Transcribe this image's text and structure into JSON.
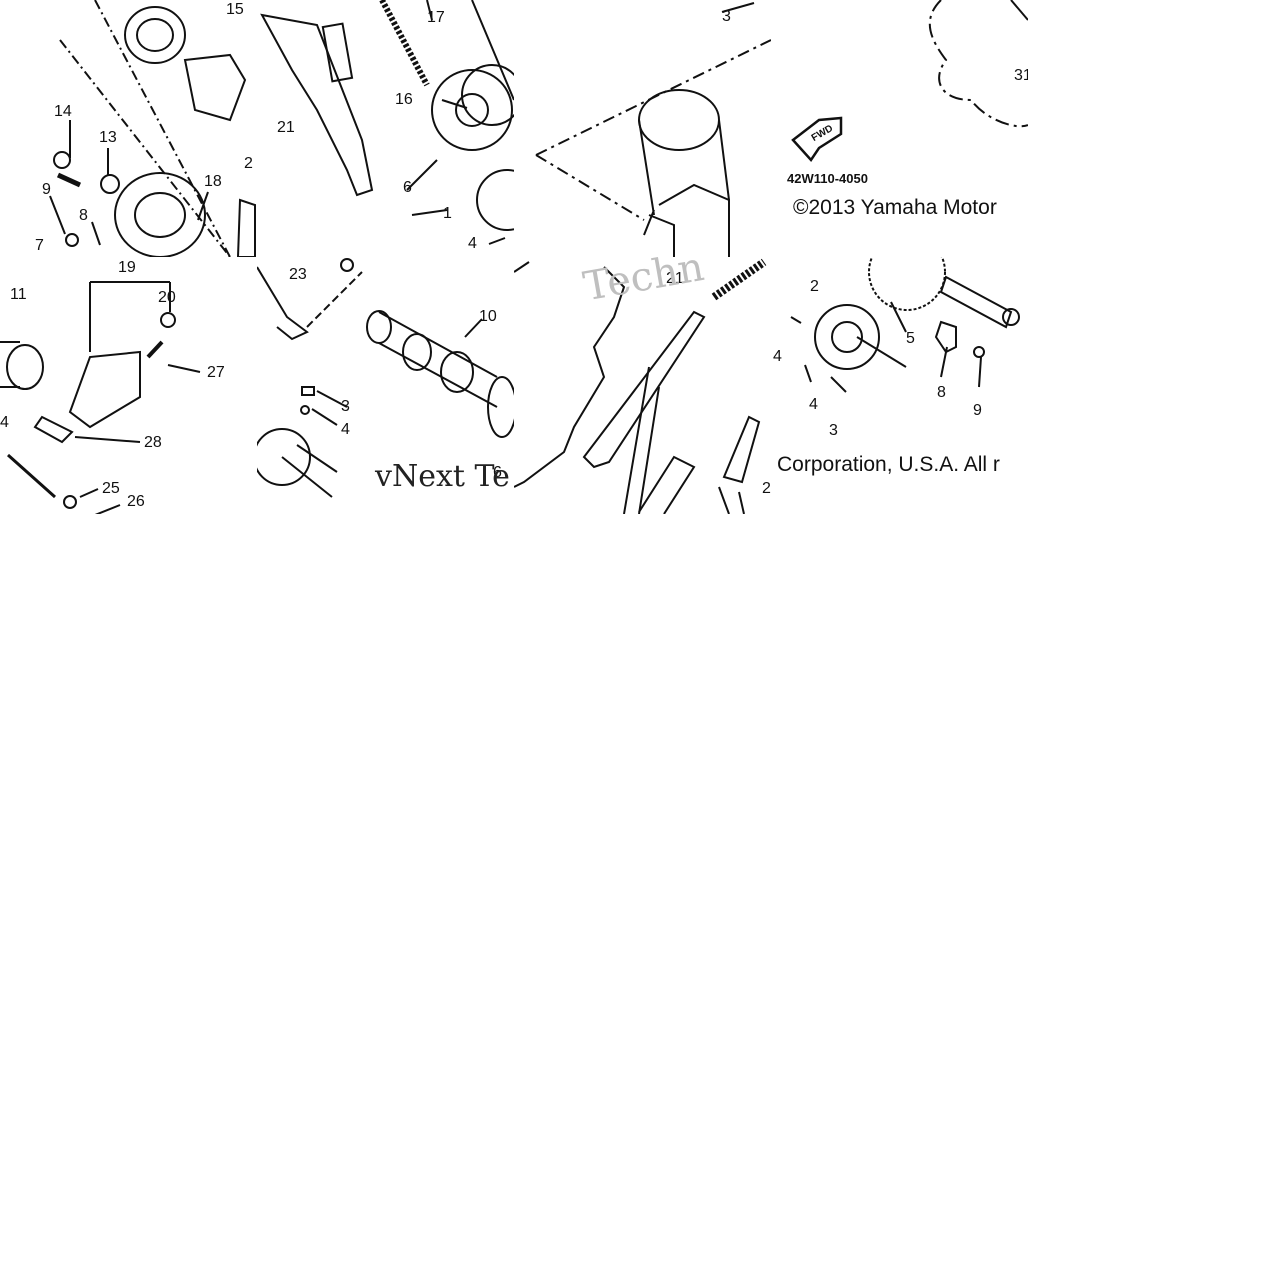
{
  "tiles": {
    "t1": {
      "labels": [
        "15",
        "14",
        "13",
        "9",
        "8",
        "7",
        "18",
        "2"
      ]
    },
    "t2": {
      "labels": [
        "17",
        "16",
        "21",
        "6",
        "1",
        "4"
      ]
    },
    "t3": {
      "labels": [
        "3"
      ]
    },
    "t4": {
      "labels": [
        "31"
      ],
      "fwd": "FWD",
      "code": "42W110-4050",
      "copyright": "©2013 Yamaha Motor"
    },
    "t5": {
      "labels": [
        "11",
        "19",
        "20",
        "27",
        "28",
        "4",
        "25",
        "26"
      ]
    },
    "t6": {
      "labels": [
        "23",
        "10",
        "3",
        "4",
        "6"
      ],
      "watermark": "vNext Te"
    },
    "t7": {
      "labels": [
        "21",
        "2"
      ],
      "watermark": "Techn"
    },
    "t8": {
      "labels": [
        "2",
        "5",
        "4",
        "4",
        "3",
        "8",
        "9"
      ],
      "copyright": "Corporation, U.S.A. All r"
    }
  }
}
